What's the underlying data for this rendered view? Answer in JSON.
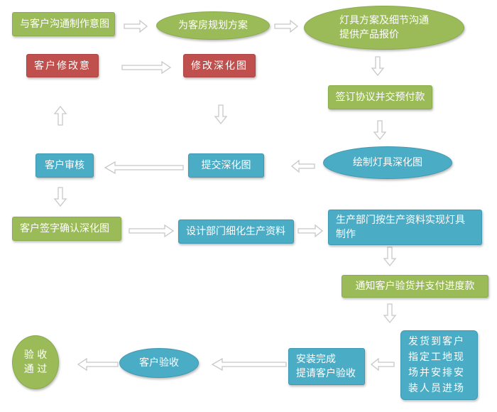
{
  "colors": {
    "green": "#9bbb59",
    "red": "#c0504d",
    "blue": "#4bacc6",
    "arrow": "#c8c8c8"
  },
  "nodes": {
    "n1": "与客户沟通制作意图",
    "n2": "为客房规划方案",
    "n3": "灯具方案及细节沟通\n提供产品报价",
    "n4": "客户修改意",
    "n5": "修改深化图",
    "n6": "签订协议并交预付款",
    "n7": "客户审核",
    "n8": "提交深化图",
    "n9": "绘制灯具深化图",
    "n10": "客户签字确认深化图",
    "n11": "设计部门细化生产资料",
    "n12": "生产部门按生产资料实现灯具\n制作",
    "n13": "通知客户验货并支付进度款",
    "n14": "验 收\n通 过",
    "n15": "客户验收",
    "n16": "安装完成\n提请客户验收",
    "n17": "发货到客户\n指定工地现\n场并安排安\n装人员进场"
  }
}
